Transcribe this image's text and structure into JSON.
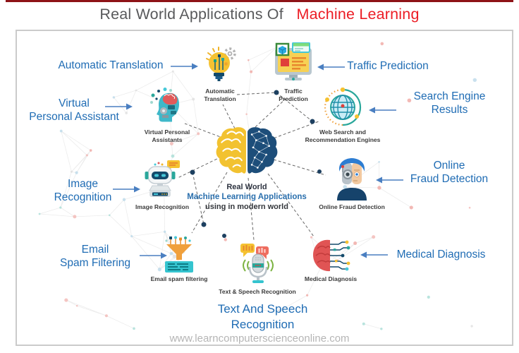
{
  "page": {
    "title_prefix": "Real World Applications Of",
    "title_highlight": "Machine Learning",
    "footer_url": "www.learncomputerscienceonline.com"
  },
  "center": {
    "line1": "Real World",
    "line2": "Machine Learning Applications",
    "line3": "using in modern world"
  },
  "colors": {
    "top_bar_red": "#8e1317",
    "title_gray": "#58595b",
    "title_red": "#ec1c24",
    "label_blue": "#1f6cb4",
    "arrow_blue": "#4a7fc1",
    "caption_dark": "#3b3b3b",
    "center_blue": "#2a6fad",
    "brain_yellow": "#f2c230",
    "brain_navy": "#1d4e7a",
    "border_gray": "#cbcbcb"
  },
  "apps": [
    {
      "name": "automatic-translation",
      "label_lines": [
        "Automatic Translation"
      ],
      "caption_lines": [
        "Automatic",
        "Translation"
      ],
      "icon": "lightbulb-gear-icon"
    },
    {
      "name": "virtual-personal-assistant",
      "label_lines": [
        "Virtual",
        "Personal Assistant"
      ],
      "caption_lines": [
        "Virtual Personal",
        "Assistants"
      ],
      "icon": "head-brain-icon"
    },
    {
      "name": "image-recognition",
      "label_lines": [
        "Image",
        "Recognition"
      ],
      "caption_lines": [
        "Image Recognition"
      ],
      "icon": "robot-icon"
    },
    {
      "name": "email-spam-filtering",
      "label_lines": [
        "Email",
        "Spam Filtering"
      ],
      "caption_lines": [
        "Email spam filtering"
      ],
      "icon": "spam-funnel-icon"
    },
    {
      "name": "traffic-prediction",
      "label_lines": [
        "Traffic Prediction"
      ],
      "caption_lines": [
        "Traffic",
        "Prediction"
      ],
      "icon": "monitor-icon"
    },
    {
      "name": "search-engine-results",
      "label_lines": [
        "Search Engine",
        "Results"
      ],
      "caption_lines": [
        "Web Search and",
        "Recommendation Engines"
      ],
      "icon": "globe-icon"
    },
    {
      "name": "online-fraud-detection",
      "label_lines": [
        "Online",
        "Fraud Detection"
      ],
      "caption_lines": [
        "Online Fraud Detection"
      ],
      "icon": "cyborg-face-icon"
    },
    {
      "name": "medical-diagnosis",
      "label_lines": [
        "Medical Diagnosis"
      ],
      "caption_lines": [
        "Medical Diagnosis"
      ],
      "icon": "brain-circuit-icon"
    },
    {
      "name": "text-speech-recognition",
      "label_lines": [
        "Text And Speech",
        "Recognition"
      ],
      "caption_lines": [
        "Text & Speech Recognition"
      ],
      "icon": "microphone-icon"
    }
  ]
}
